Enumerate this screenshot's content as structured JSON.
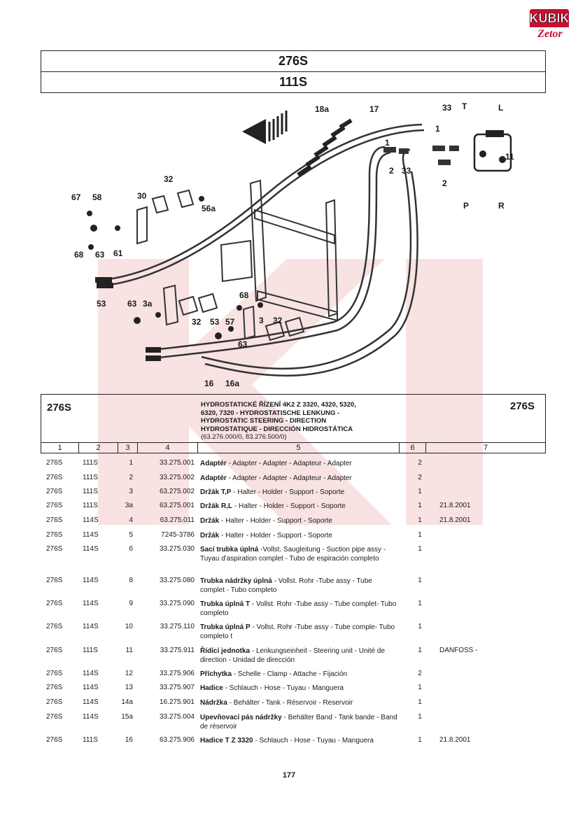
{
  "logo": {
    "top": "KUBIK",
    "bottom": "Zetor"
  },
  "header": {
    "title1": "276S",
    "title2": "111S"
  },
  "diagram": {
    "callouts": [
      "18a",
      "17",
      "33",
      "T",
      "L",
      "1",
      "1",
      "11",
      "2",
      "33",
      "2",
      "P",
      "R",
      "67",
      "58",
      "30",
      "32",
      "56a",
      "68",
      "63",
      "61",
      "53",
      "63",
      "3a",
      "32",
      "68",
      "53",
      "57",
      "3",
      "32",
      "63",
      "16",
      "16a"
    ]
  },
  "table": {
    "head_left": "276S",
    "head_right": "276S",
    "head_desc": [
      "HYDROSTATICKÉ ŘÍZENÍ 4K2 Z 3320, 4320, 5320,",
      "6320, 7320 - HYDROSTATISCHE LENKUNG -",
      "HYDROSTATIC STEERING - DIRECTION",
      "HYDROSTATIQUE - DIRECCIÓN HIDROSTÁTICA"
    ],
    "head_codes": "(63.276.000/0, 83.276.500/0)",
    "col_numbers": [
      "1",
      "2",
      "3",
      "4",
      "5",
      "6",
      "7"
    ],
    "rows": [
      {
        "c1": "276S",
        "c2": "111S",
        "c3": "1",
        "c4": "33.275.001",
        "bold": "Adaptér",
        "rest": " - Adapter - Adapter - Adapteur - Adapter",
        "c6": "2",
        "c7": ""
      },
      {
        "c1": "276S",
        "c2": "111S",
        "c3": "2",
        "c4": "33.275.002",
        "bold": "Adaptér",
        "rest": " - Adapter - Adapter - Adapteur - Adapter",
        "c6": "2",
        "c7": ""
      },
      {
        "c1": "276S",
        "c2": "111S",
        "c3": "3",
        "c4": "63.275.002",
        "bold": "Držák T,P",
        "rest": " - Halter - Holder - Support - Soporte",
        "c6": "1",
        "c7": ""
      },
      {
        "c1": "276S",
        "c2": "111S",
        "c3": "3a",
        "c4": "63.275.001",
        "bold": "Držák R,L",
        "rest": " - Halter - Holder - Support - Soporte",
        "c6": "1",
        "c7": "21.8.2001"
      },
      {
        "c1": "276S",
        "c2": "114S",
        "c3": "4",
        "c4": "63.275.011",
        "bold": "Držák",
        "rest": " - Halter - Holder - Support - Soporte",
        "c6": "1",
        "c7": "21.8.2001"
      },
      {
        "c1": "276S",
        "c2": "114S",
        "c3": "5",
        "c4": "7245-3786",
        "bold": "Držák",
        "rest": " - Halter - Holder - Support - Soporte",
        "c6": "1",
        "c7": ""
      },
      {
        "c1": "276S",
        "c2": "114S",
        "c3": "6",
        "c4": "33.275.030",
        "bold": "Sací trubka úplná",
        "rest": " -Vollst. Saugleitung - Suction pipe assy - Tuyau d'aspiration complet - Tubo de espiración completo",
        "c6": "1",
        "c7": ""
      },
      {
        "c1": "276S",
        "c2": "114S",
        "c3": "8",
        "c4": "33.275.080",
        "bold": "Trubka nádržky úplná",
        "rest": " - Vollst. Rohr -Tube assy - Tube complet - Tubo completo",
        "c6": "1",
        "c7": ""
      },
      {
        "c1": "276S",
        "c2": "114S",
        "c3": "9",
        "c4": "33.275.090",
        "bold": "Trubka úplná T",
        "rest": " - Vollst. Rohr -Tube assy - Tube complet- Tubo completo",
        "c6": "1",
        "c7": ""
      },
      {
        "c1": "276S",
        "c2": "114S",
        "c3": "10",
        "c4": "33.275.110",
        "bold": "Trubka úplná P",
        "rest": " - Vollst. Rohr -Tube assy - Tube comple- Tubo completo t",
        "c6": "1",
        "c7": ""
      },
      {
        "c1": "276S",
        "c2": "111S",
        "c3": "11",
        "c4": "33.275.911",
        "bold": "Řídící jednotka",
        "rest": " - Lenkungseinheit - Steering unit - Unité de direction - Unidad de dirección",
        "c6": "1",
        "c7": "DANFOSS -"
      },
      {
        "c1": "276S",
        "c2": "114S",
        "c3": "12",
        "c4": "33.275.906",
        "bold": "Příchytka",
        "rest": " - Schelle - Clamp - Attache - Fijación",
        "c6": "2",
        "c7": ""
      },
      {
        "c1": "276S",
        "c2": "114S",
        "c3": "13",
        "c4": "33.275.907",
        "bold": "Hadice",
        "rest": " - Schlauch - Hose - Tuyau - Manguera",
        "c6": "1",
        "c7": ""
      },
      {
        "c1": "276S",
        "c2": "114S",
        "c3": "14a",
        "c4": "16.275.901",
        "bold": "Nádržka",
        "rest": " - Behälter - Tank - Réservoir - Reservoir",
        "c6": "1",
        "c7": ""
      },
      {
        "c1": "276S",
        "c2": "114S",
        "c3": "15a",
        "c4": "33.275.004",
        "bold": "Upevňovací pás nádržky",
        "rest": " - Behälter Band - Tank bande - Band de réservoir",
        "c6": "1",
        "c7": ""
      },
      {
        "c1": "276S",
        "c2": "111S",
        "c3": "16",
        "c4": "63.275.906",
        "bold": "Hadice T  Z 3320",
        "rest": " - Schlauch - Hose - Tuyau - Manguera",
        "c6": "1",
        "c7": "21.8.2001"
      }
    ]
  },
  "page_number": "177"
}
